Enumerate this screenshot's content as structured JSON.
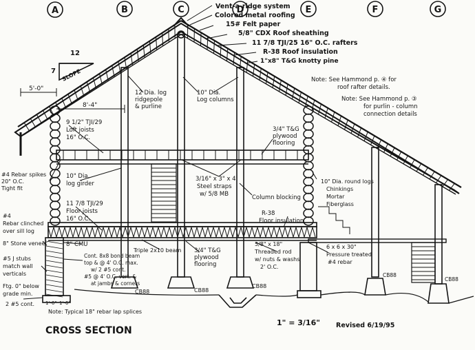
{
  "grid": {
    "labels": [
      "A",
      "B",
      "C",
      "D",
      "E",
      "F",
      "G"
    ]
  },
  "slope": {
    "rise": "7",
    "run": "12",
    "label": "SLOPE"
  },
  "dimensions": {
    "overhang": "5'-0\"",
    "bay": "8'-4\""
  },
  "roof_callouts": [
    "Vent-a-ridge system",
    "Colored metal roofing",
    "15# Felt paper",
    "5/8\" CDX Roof sheathing",
    "11 7/8 TJI/25 16\" O.C. rafters",
    "R-38 Roof insulation",
    "1\"x8\" T&G knotty pine"
  ],
  "notes": [
    [
      "Note: See Hammond p. ④ for",
      "roof rafter details."
    ],
    [
      "Note: See Hammond p. ③",
      "for purlin - column",
      "connection details"
    ]
  ],
  "upper_labels": {
    "ridgepole": [
      "12 Dia. log",
      "ridgepole",
      "& purline"
    ],
    "columns": [
      "10\" Dia.",
      "Log columns"
    ],
    "loft_joists": [
      "9 1/2\" TJI/29",
      "Loft joists",
      "16\" O.C."
    ],
    "plywood_upper": [
      "3/4\" T&G",
      "plywood",
      "flooring"
    ]
  },
  "left_labels": {
    "rebar_spikes": [
      "#4 Rebar spikes",
      "20\" O.C.",
      "Tight fit"
    ],
    "girder": [
      "10\" Dia.",
      "log girder"
    ],
    "floor_joists": [
      "11 7/8 TJI/29",
      "Floor joists",
      "16\" O.C."
    ],
    "rebar_clinched": [
      "#4",
      "Rebar clinched",
      "over sill log"
    ],
    "stone_veneer": "8\" Stone veneer",
    "cmu": "8\" CMU",
    "j_stubs": [
      "#5 J stubs",
      "match wall",
      "verticals"
    ],
    "footing": [
      "Ftg. 0\" below",
      "grade min.",
      "2 #5 cont."
    ]
  },
  "center_labels": {
    "steel_straps": [
      "3/16\" x 3\" x 4'",
      "Steel straps",
      "w/ 5/8 MB"
    ],
    "column_blocking": "Column blocking",
    "triple_beam": "Triple 2x10 beam",
    "bond_beam": [
      "Cont. 8x8 bond beam",
      "top & @ 4' O.C. max.",
      "w/ 2 #5 cont.",
      "#5 @ 4' O.C. vert. &",
      "at jambs & corners"
    ],
    "plywood_lower": [
      "3/4\" T&G",
      "plywood",
      "flooring"
    ],
    "cb88_a": "CB88",
    "cb88_b": "CB88",
    "cb88_c": "CB88"
  },
  "right_labels": {
    "round_logs": [
      "10\" Dia. round logs",
      "Chinkings",
      "Mortar",
      "Fiberglass"
    ],
    "floor_insulation": [
      "R-38",
      "Floor insulation"
    ],
    "threaded_rod": [
      "5/8\" x 18\"",
      "Threaded rod",
      "w/ nuts & washs",
      "2' O.C."
    ],
    "post": [
      "6 x 6 x 30\"",
      "Pressure treated",
      "#4 rebar"
    ],
    "cb88_d": "CB88",
    "cb88_e": "CB88"
  },
  "footer": {
    "rebar_note": "Note: Typical 18\" rebar lap splices",
    "dim_ab": "1'-6\"",
    "dim_ac": "1'-6\"",
    "title": "CROSS SECTION",
    "scale": "1\" = 3/16\"",
    "revised": "Revised 6/19/95"
  }
}
